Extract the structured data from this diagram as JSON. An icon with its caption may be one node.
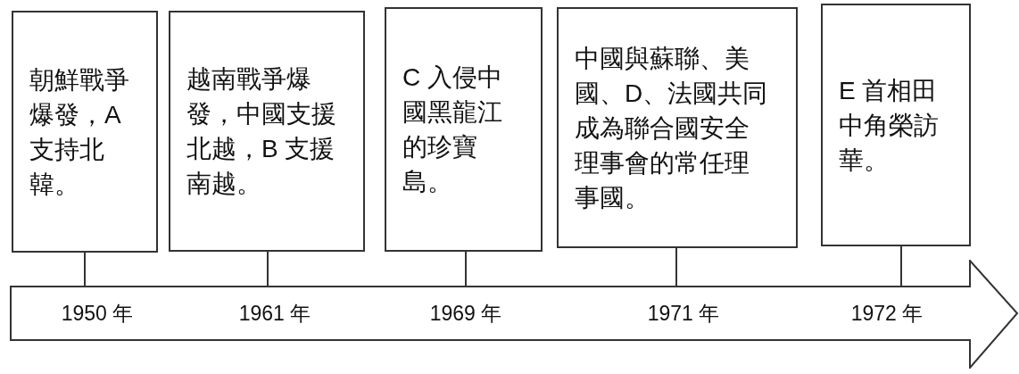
{
  "diagram": {
    "nodes": [
      {
        "text": [
          "朝鮮戰爭爆發，A 支持北韓。"
        ]
      },
      {
        "text": [
          "越南戰爭爆發，中國支援北越，B 支援南越。"
        ]
      },
      {
        "text": [
          "C 入侵中國黑龍江的珍寶島。"
        ]
      },
      {
        "text": [
          "中國與蘇聯、美國、D、法國共同成為聯合國安全理事會的常任理事國。"
        ]
      },
      {
        "text": [
          "E 首相田中角榮訪華。"
        ]
      },
      {
        "text": [
          "1950 年",
          "1961 年",
          "1969 年",
          "1971 年",
          "1972 年"
        ]
      }
    ],
    "edges": [
      {
        "from": 0,
        "to": 5,
        "arrow": "none"
      },
      {
        "from": 1,
        "to": 5,
        "arrow": "none"
      },
      {
        "from": 2,
        "to": 5,
        "arrow": "none"
      },
      {
        "from": 3,
        "to": 5,
        "arrow": "none"
      },
      {
        "from": 4,
        "to": 5,
        "arrow": "none"
      }
    ]
  }
}
